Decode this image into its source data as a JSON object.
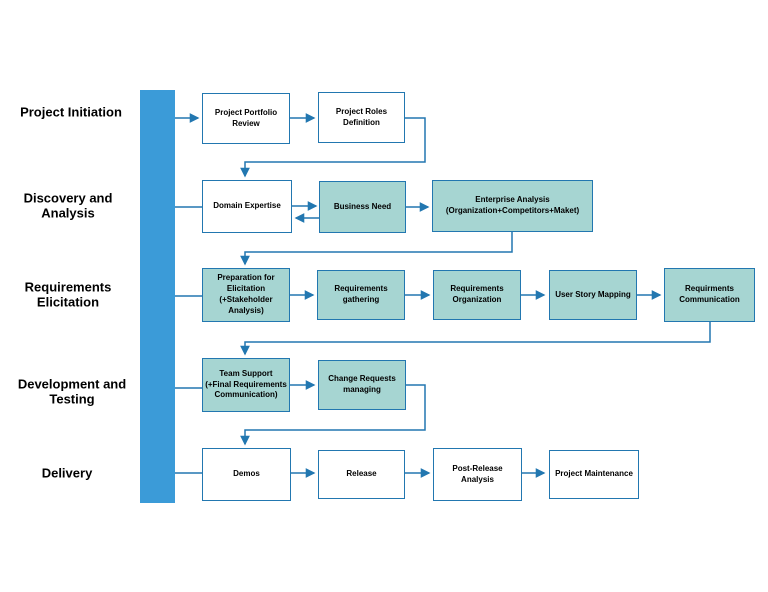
{
  "colors": {
    "phase_bar": "#3b9bd8",
    "box_border": "#2277b0",
    "connector": "#2277b0",
    "teal_box_fill": "#a6d5d2",
    "white_box_fill": "#ffffff",
    "text": "#000000",
    "background": "#ffffff"
  },
  "phases": [
    {
      "label": "Project Initiation"
    },
    {
      "label": "Discovery and\nAnalysis"
    },
    {
      "label": "Requirements\nElicitation"
    },
    {
      "label": "Development and\nTesting"
    },
    {
      "label": "Delivery"
    }
  ],
  "nodes": [
    {
      "id": "project-portfolio-review",
      "label": "Project Portfolio\nReview",
      "fill": "white"
    },
    {
      "id": "project-roles-definition",
      "label": "Project Roles\nDefinition",
      "fill": "white"
    },
    {
      "id": "domain-expertise",
      "label": "Domain Expertise",
      "fill": "white"
    },
    {
      "id": "business-need",
      "label": "Business Need",
      "fill": "teal"
    },
    {
      "id": "enterprise-analysis",
      "label": "Enterprise Analysis\n(Organization+Competitors+Maket)",
      "fill": "teal"
    },
    {
      "id": "preparation-for-elicitation",
      "label": "Preparation for\nElicitation\n(+Stakeholder\nAnalysis)",
      "fill": "teal"
    },
    {
      "id": "requirements-gathering",
      "label": "Requirements\ngathering",
      "fill": "teal"
    },
    {
      "id": "requirements-organization",
      "label": "Requirements\nOrganization",
      "fill": "teal"
    },
    {
      "id": "user-story-mapping",
      "label": "User Story Mapping",
      "fill": "teal"
    },
    {
      "id": "requirments-communication",
      "label": "Requirments\nCommunication",
      "fill": "teal"
    },
    {
      "id": "team-support",
      "label": "Team Support\n(+Final Requirements\nCommunication)",
      "fill": "teal"
    },
    {
      "id": "change-requests-managing",
      "label": "Change Requests\nmanaging",
      "fill": "teal"
    },
    {
      "id": "demos",
      "label": "Demos",
      "fill": "white"
    },
    {
      "id": "release",
      "label": "Release",
      "fill": "white"
    },
    {
      "id": "post-release-analysis",
      "label": "Post-Release\nAnalysis",
      "fill": "white"
    },
    {
      "id": "project-maintenance",
      "label": "Project Maintenance",
      "fill": "white"
    }
  ],
  "edges": [
    {
      "from": "phase-bar",
      "to": "project-portfolio-review",
      "arrow": true
    },
    {
      "from": "project-portfolio-review",
      "to": "project-roles-definition",
      "arrow": true
    },
    {
      "from": "project-roles-definition",
      "to": "domain-expertise",
      "arrow": true
    },
    {
      "from": "phase-bar",
      "to": "domain-expertise",
      "arrow": false
    },
    {
      "from": "domain-expertise",
      "to": "business-need",
      "arrow": true
    },
    {
      "from": "business-need",
      "to": "domain-expertise",
      "arrow": true
    },
    {
      "from": "business-need",
      "to": "enterprise-analysis",
      "arrow": true
    },
    {
      "from": "enterprise-analysis",
      "to": "preparation-for-elicitation",
      "arrow": true
    },
    {
      "from": "phase-bar",
      "to": "preparation-for-elicitation",
      "arrow": false
    },
    {
      "from": "preparation-for-elicitation",
      "to": "requirements-gathering",
      "arrow": true
    },
    {
      "from": "requirements-gathering",
      "to": "requirements-organization",
      "arrow": true
    },
    {
      "from": "requirements-organization",
      "to": "user-story-mapping",
      "arrow": true
    },
    {
      "from": "user-story-mapping",
      "to": "requirments-communication",
      "arrow": true
    },
    {
      "from": "requirments-communication",
      "to": "team-support",
      "arrow": true
    },
    {
      "from": "phase-bar",
      "to": "team-support",
      "arrow": false
    },
    {
      "from": "team-support",
      "to": "change-requests-managing",
      "arrow": true
    },
    {
      "from": "change-requests-managing",
      "to": "demos",
      "arrow": true
    },
    {
      "from": "phase-bar",
      "to": "demos",
      "arrow": false
    },
    {
      "from": "demos",
      "to": "release",
      "arrow": true
    },
    {
      "from": "release",
      "to": "post-release-analysis",
      "arrow": true
    },
    {
      "from": "post-release-analysis",
      "to": "project-maintenance",
      "arrow": true
    }
  ]
}
